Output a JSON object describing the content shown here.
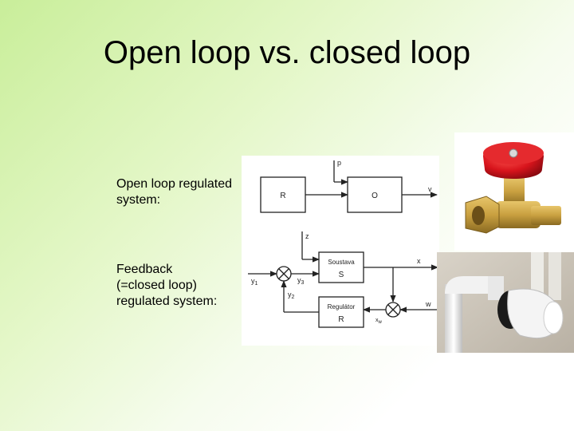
{
  "slide": {
    "title": "Open loop vs. closed loop",
    "open_loop_label": "Open loop  regulated\nsystem:",
    "closed_loop_label": "Feedback\n(=closed loop)\nregulated system:"
  },
  "open_loop_diagram": {
    "disturbance": "p",
    "regulator": "R",
    "plant": "O",
    "output": "v"
  },
  "closed_loop_diagram": {
    "disturbance": "z",
    "input": "y",
    "input_sub": "1",
    "plant_name": "Soustava",
    "plant_symbol": "S",
    "output": "x",
    "control_signal": "y",
    "control_sub": "3",
    "regulator_output": "y",
    "regulator_output_sub": "2",
    "regulator_name": "Regulátor",
    "regulator_symbol": "R",
    "reference": "w",
    "error": "x",
    "error_sub": "w"
  },
  "colors": {
    "background_accent": "#c9ee9a",
    "valve_handle": "#d8141c",
    "valve_body": "#c9a040",
    "thermostat_head": "#f4f4f4"
  }
}
